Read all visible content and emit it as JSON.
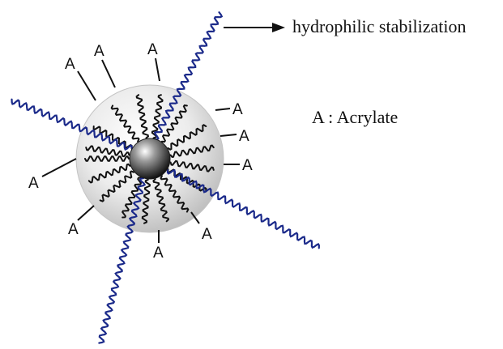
{
  "labels": {
    "hydrophilic": "hydrophilic stabilization",
    "legend": "A : Acrylate",
    "acrylate_mark": "A"
  },
  "colors": {
    "blue_chain": "#1b2a8a",
    "black_chain": "#111111",
    "shell": "#d8d8d8",
    "core": "#3a3a3a"
  }
}
